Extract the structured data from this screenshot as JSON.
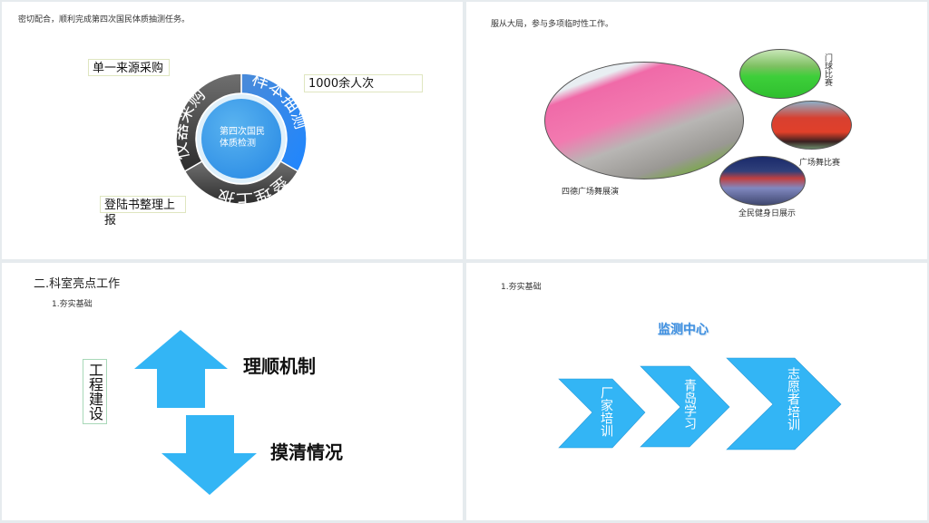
{
  "slides": [
    {
      "header": "密切配合，顺利完成第四次国民体质抽测任务。",
      "donut": {
        "center": "第四次国民体质检测",
        "center_line1": "第四次国民",
        "center_line2": "体质检测",
        "segments": [
          "样本抽测",
          "整理上报",
          "仪器采购"
        ],
        "colors": {
          "highlight": "#2f8ef0",
          "dark": "#4a4a4a",
          "center": "#3d9be8"
        }
      },
      "callouts": [
        "单一来源采购",
        "1000余人次",
        "登陆书整理上报"
      ]
    },
    {
      "header": "服从大局，参与多项临时性工作。",
      "photos": [
        {
          "label": "四德广场舞展演"
        },
        {
          "label": "门球比赛"
        },
        {
          "label": "广场舞比赛"
        },
        {
          "label": "全民健身日展示"
        }
      ]
    },
    {
      "title": "二.科室亮点工作",
      "subtitle": "1.夯实基础",
      "side_box": "工程建设",
      "up_label": "理顺机制",
      "down_label": "摸清情况",
      "arrow_color": "#33b5f5"
    },
    {
      "subtitle": "1.夯实基础",
      "heading": "监测中心",
      "chevrons": [
        "厂家培训",
        "青岛学习",
        "志愿者培训"
      ],
      "chevron_color": "#33b5f5"
    }
  ]
}
